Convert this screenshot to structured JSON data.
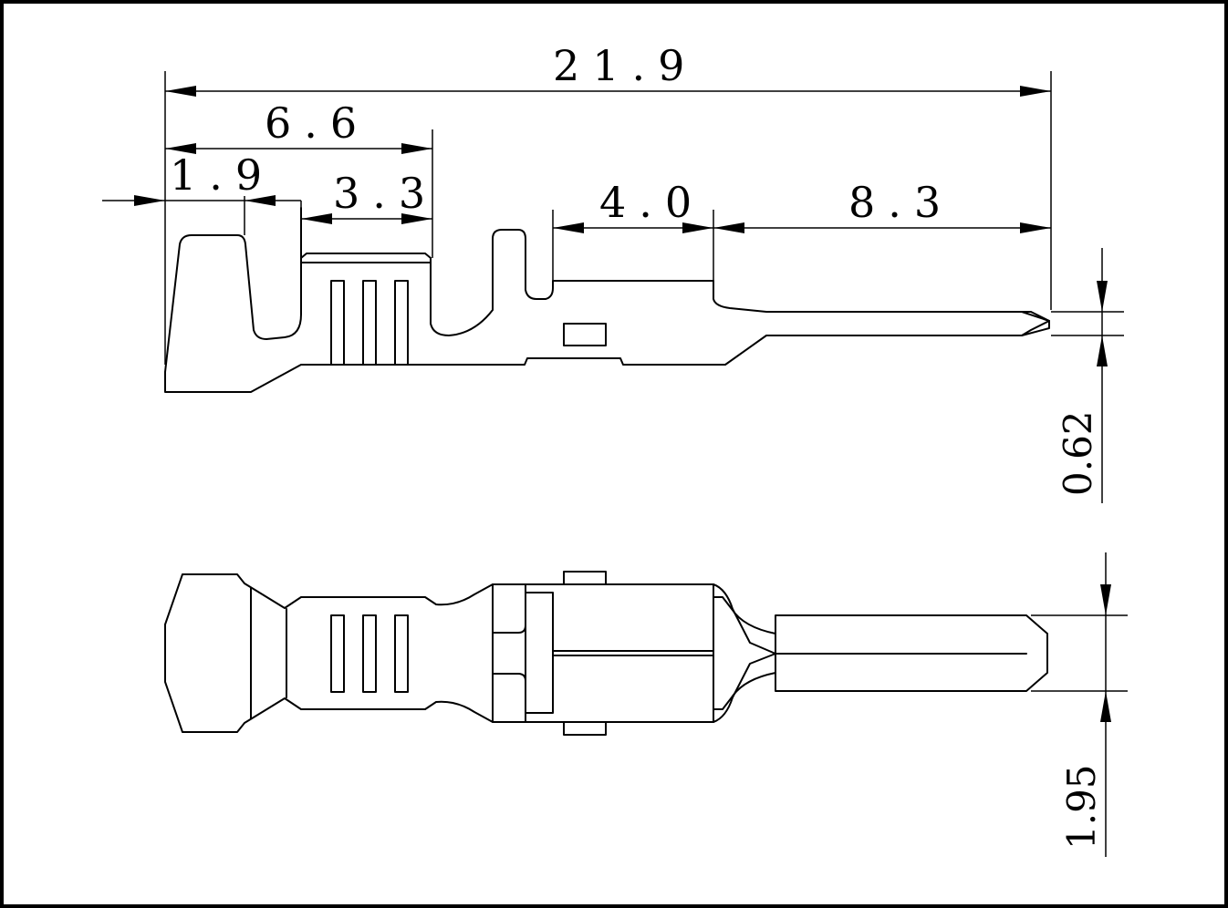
{
  "dimensions": {
    "overall_length": "21.9",
    "crimp_section_length": "6.6",
    "insulation_crimp_length": "1.9",
    "wire_crimp_length": "3.3",
    "body_length": "4.0",
    "pin_length": "8.3",
    "pin_thickness": "0.62",
    "pin_width": "1.95"
  },
  "colors": {
    "line": "#000000",
    "background": "#ffffff"
  }
}
